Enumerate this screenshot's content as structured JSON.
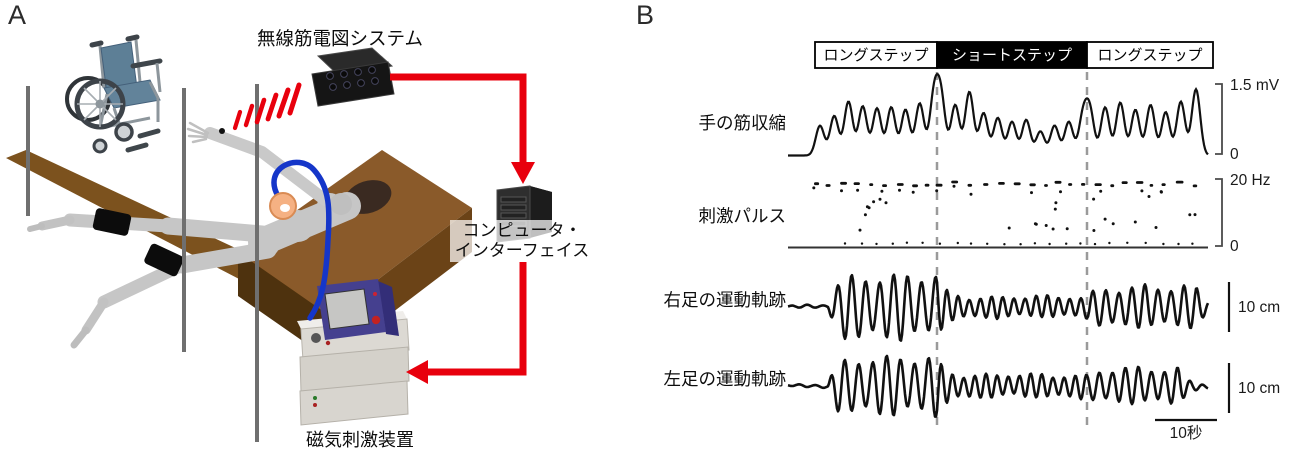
{
  "panel_a": {
    "label": "A",
    "captions": {
      "emg_system": "無線筋電図システム",
      "computer_interface": [
        "コンピュータ・",
        "インターフェイス"
      ],
      "stimulator": "磁気刺激装置"
    },
    "colors": {
      "arrow_red": "#e8000d",
      "cable_blue": "#1536c9",
      "coil_orange": "#f5b183",
      "bed_brown": "#8a5a2a",
      "body_gray": "#c6c6c6"
    }
  },
  "panel_b": {
    "label": "B",
    "step_bar": {
      "segments": [
        {
          "label": "ロングステップ",
          "theme": "light"
        },
        {
          "label": "ショートステップ",
          "theme": "dark"
        },
        {
          "label": "ロングステップ",
          "theme": "light"
        }
      ]
    },
    "time_scale_label": "10秒"
  },
  "timing": {
    "time_scale_bar_s": 10,
    "condition_boundaries_s": [
      24.0,
      48.2
    ],
    "total_shown_s": 67.7
  },
  "chart_data": [
    {
      "type": "line",
      "name": "手の筋収縮",
      "unit": "mV",
      "ylim": [
        0,
        1.5
      ],
      "axis_labels": {
        "top": "1.5 mV",
        "bottom": "0"
      },
      "sections": [
        {
          "condition": "ロングステップ",
          "peak_amplitudes_mV": [
            0.62,
            0.82,
            1.12,
            1.02,
            0.98,
            1.0,
            0.95,
            1.08,
            1.22
          ]
        },
        {
          "condition": "ショートステップ",
          "peak_amplitudes_mV": [
            1.18,
            1.05,
            1.32,
            0.88,
            0.78,
            0.7,
            0.74,
            0.5,
            0.62,
            0.7,
            0.8
          ]
        },
        {
          "condition": "ロングステップ",
          "peak_amplitudes_mV": [
            0.88,
            1.0,
            1.1,
            0.95,
            1.05,
            0.9,
            1.12,
            1.38
          ]
        }
      ]
    },
    {
      "type": "scatter",
      "name": "刺激パルス",
      "unit": "Hz",
      "ylim": [
        0,
        20
      ],
      "axis_labels": {
        "top": "20 Hz",
        "bottom": "0"
      },
      "bands": {
        "high_hz": [
          18.5,
          20
        ],
        "mid_hz": [
          5,
          18
        ],
        "mid_count": 26,
        "low_hz": [
          0.6,
          1.6
        ]
      },
      "seed": 13
    },
    {
      "type": "line",
      "name": "右足の運動軌跡",
      "unit": "cm",
      "scale_bar": "10 cm",
      "segments": [
        {
          "segment": "baseline",
          "duration_s": 6.5,
          "amplitude_cm": 0.35,
          "period_s": 2.6
        },
        {
          "segment": "long-step",
          "duration_s": 17.6,
          "amplitude_cm": 7.0,
          "period_s": 2.25
        },
        {
          "segment": "short-step",
          "duration_s": 24.2,
          "amplitude_cm": 2.3,
          "period_s": 1.8
        },
        {
          "segment": "long-step",
          "duration_s": 17.6,
          "amplitude_cm": 4.5,
          "period_s": 2.1
        },
        {
          "segment": "tail",
          "duration_s": 1.8,
          "amplitude_cm": 0.6,
          "period_s": 2.0
        }
      ]
    },
    {
      "type": "line",
      "name": "左足の運動軌跡",
      "unit": "cm",
      "scale_bar": "10 cm",
      "segments": [
        {
          "segment": "baseline",
          "duration_s": 6.5,
          "amplitude_cm": 0.35,
          "period_s": 2.6
        },
        {
          "segment": "long-step",
          "duration_s": 17.6,
          "amplitude_cm": 6.3,
          "period_s": 2.25
        },
        {
          "segment": "short-step",
          "duration_s": 24.2,
          "amplitude_cm": 2.5,
          "period_s": 1.8
        },
        {
          "segment": "long-step",
          "duration_s": 14.8,
          "amplitude_cm": 3.9,
          "period_s": 2.1
        },
        {
          "segment": "tail",
          "duration_s": 4.6,
          "amplitude_cm": 0.4,
          "period_s": 2.0
        }
      ]
    }
  ]
}
